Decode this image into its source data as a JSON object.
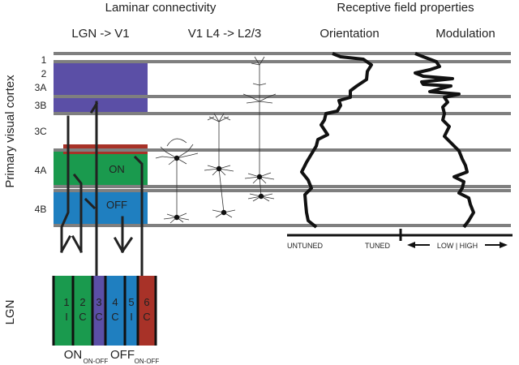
{
  "headings": {
    "laminar": "Laminar connectivity",
    "receptive": "Receptive field properties"
  },
  "columns": {
    "lgn_v1": "LGN -> V1",
    "v1_l4": "V1 L4 -> L2/3",
    "orientation": "Orientation",
    "modulation": "Modulation"
  },
  "axis_labels": {
    "cortex": "Primary visual cortex",
    "lgn": "LGN"
  },
  "layers": [
    "1",
    "2",
    "3A",
    "3B",
    "3C",
    "4A",
    "4B"
  ],
  "band_labels": {
    "on": "ON",
    "off": "OFF"
  },
  "lgn_layers": [
    {
      "num": "1",
      "eye": "I",
      "color": "#1a9a4e"
    },
    {
      "num": "2",
      "eye": "C",
      "color": "#1a9a4e"
    },
    {
      "num": "3",
      "eye": "C",
      "color": "#5b4fa6"
    },
    {
      "num": "4",
      "eye": "C",
      "color": "#1f7fc0"
    },
    {
      "num": "5",
      "eye": "I",
      "color": "#1f7fc0"
    },
    {
      "num": "6",
      "eye": "C",
      "color": "#a83228"
    }
  ],
  "lgn_groups": {
    "on": "ON",
    "on_off_1": "ON-OFF",
    "off": "OFF",
    "on_off_2": "ON-OFF"
  },
  "scale": {
    "untuned": "UNTUNED",
    "tuned": "TUNED",
    "low_high": "LOW | HIGH"
  },
  "colors": {
    "layer_line": "#7f7f7f",
    "purple": "#5b4fa6",
    "green": "#1a9a4e",
    "blue": "#1f7fc0",
    "red": "#a83228"
  }
}
